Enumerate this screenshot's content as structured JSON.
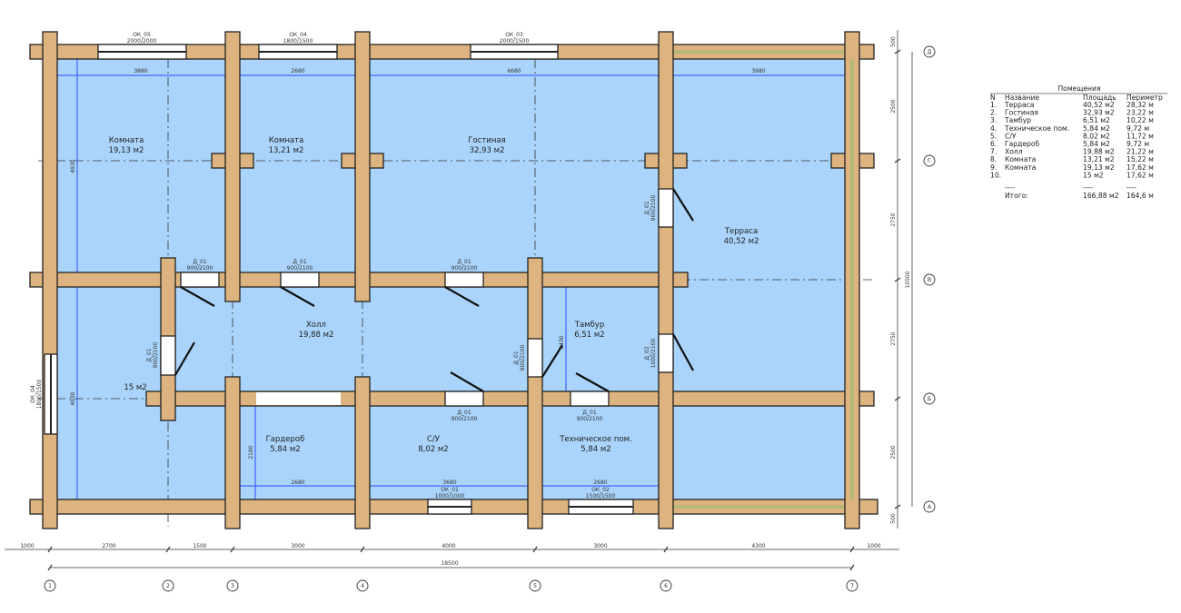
{
  "axes": {
    "columns": [
      "1",
      "2",
      "3",
      "4",
      "5",
      "6",
      "7"
    ],
    "rows": [
      "Д",
      "Г",
      "В",
      "Б",
      "А"
    ]
  },
  "dimensions": {
    "bottom_segments": [
      "1000",
      "2700",
      "1500",
      "3000",
      "4000",
      "3000",
      "4300",
      "1000"
    ],
    "bottom_total": "18500",
    "right_segments": [
      "500",
      "2500",
      "2750",
      "2750",
      "2500",
      "500"
    ],
    "right_total": "10500"
  },
  "room_dimensions": {
    "top": [
      "3880",
      "2680",
      "6680",
      "3980"
    ],
    "bottom": [
      "2680",
      "3680",
      "2680"
    ],
    "left_upper": "4930",
    "left_lower": "4930",
    "garderob": "2180",
    "tambur": "2430"
  },
  "windows": [
    {
      "id": "ОК_05",
      "size": "2000/2000"
    },
    {
      "id": "ОК_04",
      "size": "1800/1500"
    },
    {
      "id": "ОК_03",
      "size": "2000/1500"
    },
    {
      "id": "ОК_04",
      "size": "1800/1500"
    },
    {
      "id": "ОК_01",
      "size": "1000/1000"
    },
    {
      "id": "ОК_02",
      "size": "1500/1500"
    }
  ],
  "doors": [
    {
      "id": "Д_01",
      "size": "900/2100"
    },
    {
      "id": "Д_01",
      "size": "900/2100"
    },
    {
      "id": "Д_01",
      "size": "900/2100"
    },
    {
      "id": "Д_01",
      "size": "900/2100"
    },
    {
      "id": "Д_01",
      "size": "900/2100"
    },
    {
      "id": "Д_01",
      "size": "900/2100"
    },
    {
      "id": "Д_01",
      "size": "900/2100"
    },
    {
      "id": "Д_01",
      "size": "900/2100"
    },
    {
      "id": "Д_02",
      "size": "1000/2100"
    }
  ],
  "rooms": [
    {
      "name": "Комната",
      "area": "19,13 м2"
    },
    {
      "name": "Комната",
      "area": "13,21 м2"
    },
    {
      "name": "Гостиная",
      "area": "32,93 м2"
    },
    {
      "name": "Терраса",
      "area": "40,52 м2"
    },
    {
      "name": "Холл",
      "area": "19,88 м2"
    },
    {
      "name": "Тамбур",
      "area": "6,51 м2"
    },
    {
      "name": "",
      "area": "15 м2"
    },
    {
      "name": "Гардероб",
      "area": "5,84 м2"
    },
    {
      "name": "С/У",
      "area": "8,02 м2"
    },
    {
      "name": "Техническое пом.",
      "area": "5,84 м2"
    }
  ],
  "schedule": {
    "title": "Помещения",
    "headers": [
      "N",
      "Название",
      "Площадь",
      "Периметр"
    ],
    "rows": [
      [
        "1.",
        "Терраса",
        "40,52 м2",
        "28,32 м"
      ],
      [
        "2.",
        "Гостиная",
        "32,93 м2",
        "23,22 м"
      ],
      [
        "3.",
        "Тамбур",
        "6,51 м2",
        "10,22 м"
      ],
      [
        "4.",
        "Техническое пом.",
        "5,84 м2",
        "9,72 м"
      ],
      [
        "5.",
        "С/У",
        "8,02 м2",
        "11,72 м"
      ],
      [
        "6.",
        "Гардероб",
        "5,84 м2",
        "9,72 м"
      ],
      [
        "7.",
        "Холл",
        "19,88 м2",
        "21,22 м"
      ],
      [
        "8.",
        "Комната",
        "13,21 м2",
        "15,22 м"
      ],
      [
        "9.",
        "Комната",
        "19,13 м2",
        "17,62 м"
      ],
      [
        "10.",
        "",
        "15 м2",
        "17,62 м"
      ]
    ],
    "separator": [
      "----",
      "----",
      "----"
    ],
    "total": {
      "label": "Итого:",
      "area": "166,88 м2",
      "perimeter": "164,6 м"
    }
  }
}
